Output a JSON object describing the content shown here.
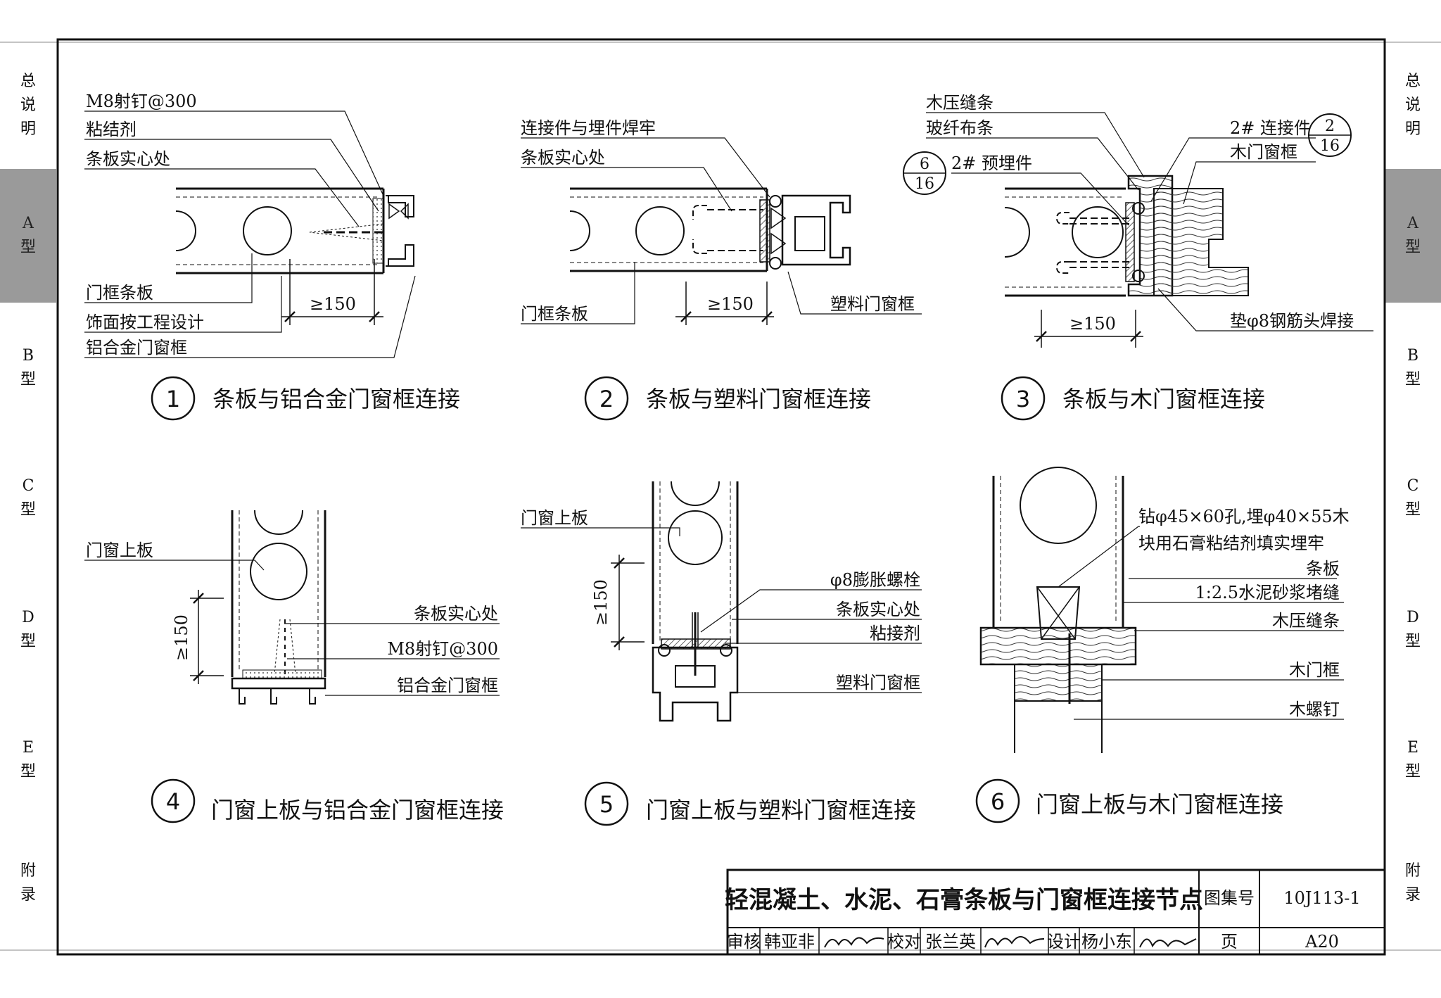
{
  "side_tabs": [
    {
      "label": "总说明",
      "active": false
    },
    {
      "label": "A型",
      "active": true
    },
    {
      "label": "B型",
      "active": false
    },
    {
      "label": "C型",
      "active": false
    },
    {
      "label": "D型",
      "active": false
    },
    {
      "label": "E型",
      "active": false
    },
    {
      "label": "附录",
      "active": false
    }
  ],
  "details": [
    {
      "num": "1",
      "title": "条板与铝合金门窗框连接",
      "labels": [
        "M8射钉@300",
        "粘结剂",
        "条板实心处",
        "门框条板",
        "饰面按工程设计",
        "铝合金门窗框"
      ],
      "dim": "≥150"
    },
    {
      "num": "2",
      "title": "条板与塑料门窗框连接",
      "labels": [
        "连接件与埋件焊牢",
        "条板实心处",
        "门框条板",
        "塑料门窗框"
      ],
      "dim": "≥150"
    },
    {
      "num": "3",
      "title": "条板与木门窗框连接",
      "labels": [
        "木压缝条",
        "玻纤布条",
        "2# 预埋件",
        "2# 连接件",
        "木门窗框",
        "垫φ8钢筋头焊接"
      ],
      "refs": [
        {
          "top": "6",
          "bottom": "16"
        },
        {
          "top": "2",
          "bottom": "16"
        }
      ],
      "dim": "≥150"
    },
    {
      "num": "4",
      "title": "门窗上板与铝合金门窗框连接",
      "labels": [
        "门窗上板",
        "条板实心处",
        "M8射钉@300",
        "铝合金门窗框"
      ],
      "dim": "≥150"
    },
    {
      "num": "5",
      "title": "门窗上板与塑料门窗框连接",
      "labels": [
        "门窗上板",
        "φ8膨胀螺栓",
        "条板实心处",
        "粘接剂",
        "塑料门窗框"
      ],
      "dim": "≥150"
    },
    {
      "num": "6",
      "title": "门窗上板与木门窗框连接",
      "labels": [
        "钻φ45×60孔,埋φ40×55木",
        "块用石膏粘结剂填实埋牢",
        "条板",
        "1:2.5水泥砂浆堵缝",
        "木压缝条",
        "木门框",
        "木螺钉"
      ]
    }
  ],
  "title_block": {
    "title": "轻混凝土、水泥、石膏条板与门窗框连接节点",
    "atlas_label": "图集号",
    "atlas_no": "10J113-1",
    "review_label": "审核",
    "reviewer": "韩亚非",
    "check_label": "校对",
    "checker": "张兰英",
    "design_label": "设计",
    "designer": "杨小东",
    "page_label": "页",
    "page_no": "A20"
  }
}
